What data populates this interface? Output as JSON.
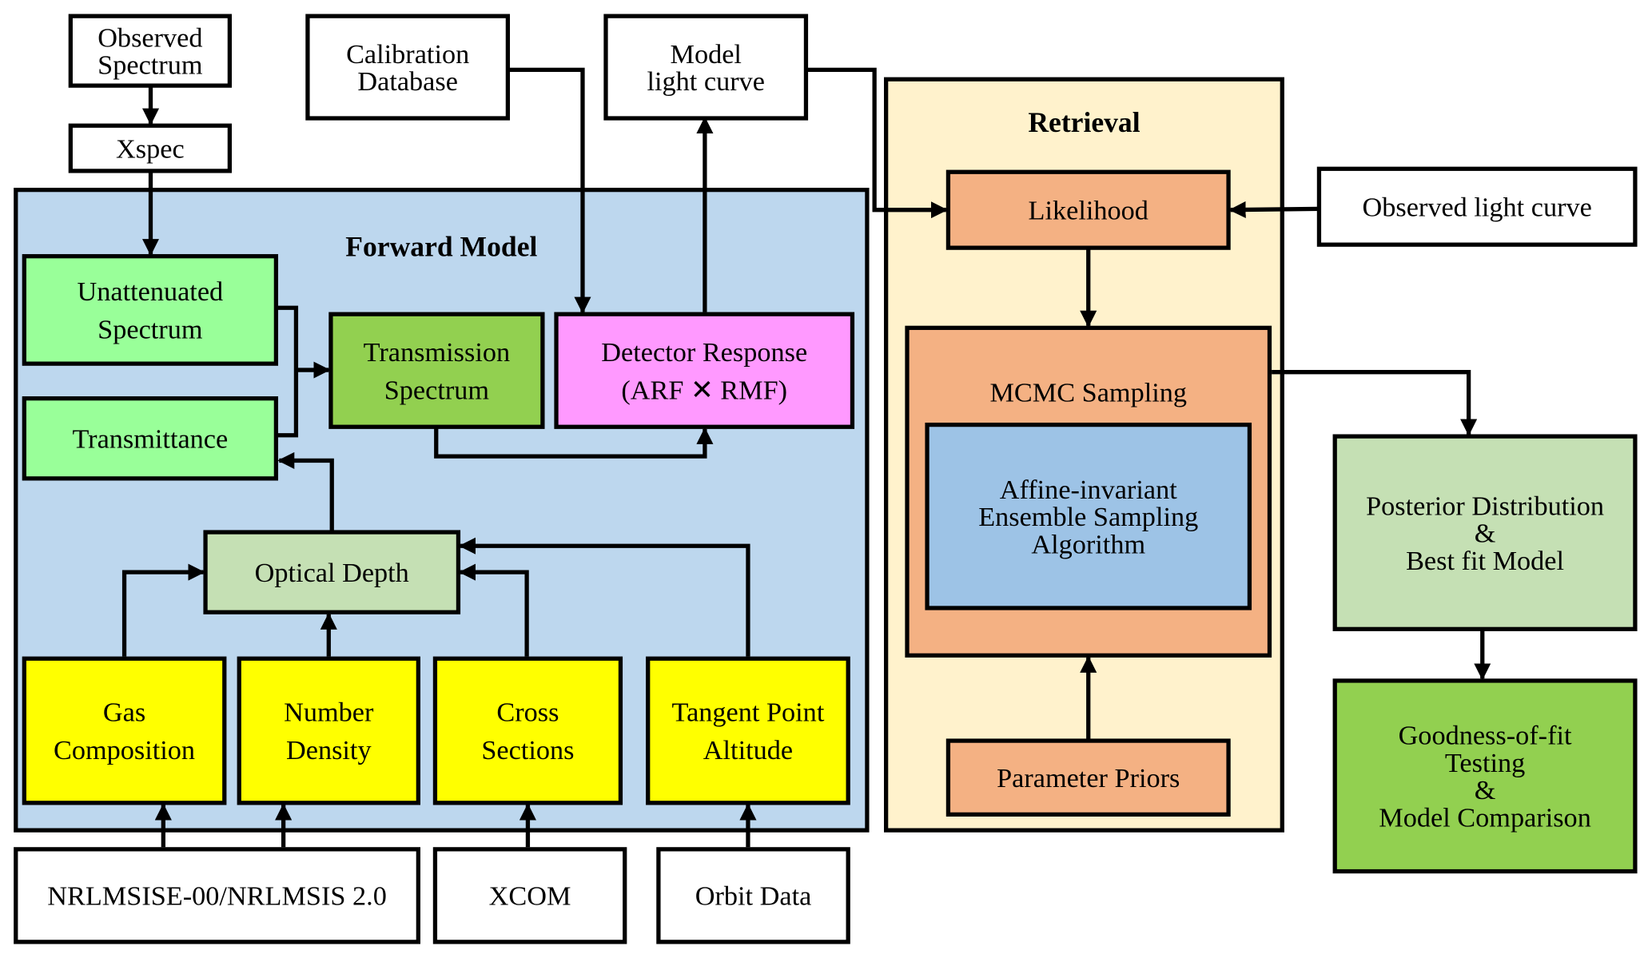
{
  "diagram": {
    "groups": {
      "forward_model": {
        "title": "Forward Model",
        "color": "#BDD7EE"
      },
      "retrieval": {
        "title": "Retrieval",
        "color": "#FFF2CC"
      }
    },
    "nodes": {
      "observed_spectrum": {
        "lines": [
          "Observed",
          "Spectrum"
        ],
        "color": "#FFFFFF"
      },
      "xspec": {
        "lines": [
          "Xspec"
        ],
        "color": "#FFFFFF"
      },
      "calibration_database": {
        "lines": [
          "Calibration",
          "Database"
        ],
        "color": "#FFFFFF"
      },
      "model_light_curve": {
        "lines": [
          "Model",
          "light curve"
        ],
        "color": "#FFFFFF"
      },
      "unattenuated_spectrum": {
        "lines": [
          "Unattenuated",
          "Spectrum"
        ],
        "color": "#99FF99"
      },
      "transmittance": {
        "lines": [
          "Transmittance"
        ],
        "color": "#99FF99"
      },
      "transmission_spectrum": {
        "lines": [
          "Transmission",
          "Spectrum"
        ],
        "color": "#92D050"
      },
      "detector_response": {
        "lines": [
          "Detector Response",
          "(ARF ✕ RMF)"
        ],
        "color": "#FF99FF"
      },
      "optical_depth": {
        "lines": [
          "Optical Depth"
        ],
        "color": "#C5E0B4"
      },
      "gas_composition": {
        "lines": [
          "Gas",
          "Composition"
        ],
        "color": "#FFFF00"
      },
      "number_density": {
        "lines": [
          "Number",
          "Density"
        ],
        "color": "#FFFF00"
      },
      "cross_sections": {
        "lines": [
          "Cross",
          "Sections"
        ],
        "color": "#FFFF00"
      },
      "tangent_point_altitude": {
        "lines": [
          "Tangent Point",
          "Altitude"
        ],
        "color": "#FFFF00"
      },
      "nrlmsise": {
        "lines": [
          "NRLMSISE-00/NRLMSIS 2.0"
        ],
        "color": "#FFFFFF"
      },
      "xcom": {
        "lines": [
          "XCOM"
        ],
        "color": "#FFFFFF"
      },
      "orbit_data": {
        "lines": [
          "Orbit Data"
        ],
        "color": "#FFFFFF"
      },
      "likelihood": {
        "lines": [
          "Likelihood"
        ],
        "color": "#F4B183"
      },
      "observed_light_curve": {
        "lines": [
          "Observed light curve"
        ],
        "color": "#FFFFFF"
      },
      "mcmc_sampling": {
        "lines": [
          "MCMC Sampling"
        ],
        "color": "#F4B183"
      },
      "affine_invariant": {
        "lines": [
          "Affine-invariant",
          "Ensemble Sampling",
          "Algorithm"
        ],
        "color": "#9DC3E6"
      },
      "parameter_priors": {
        "lines": [
          "Parameter Priors"
        ],
        "color": "#F4B183"
      },
      "posterior_distribution": {
        "lines": [
          "Posterior Distribution",
          "&",
          "Best fit Model"
        ],
        "color": "#C5E0B4"
      },
      "goodness_of_fit": {
        "lines": [
          "Goodness-of-fit",
          "Testing",
          "&",
          "Model Comparison"
        ],
        "color": "#92D050"
      }
    },
    "edges": [
      {
        "from": "observed_spectrum",
        "to": "xspec"
      },
      {
        "from": "xspec",
        "to": "unattenuated_spectrum"
      },
      {
        "from": "unattenuated_spectrum",
        "to": "transmission_spectrum"
      },
      {
        "from": "transmittance",
        "to": "transmission_spectrum"
      },
      {
        "from": "transmission_spectrum",
        "to": "detector_response"
      },
      {
        "from": "calibration_database",
        "to": "detector_response"
      },
      {
        "from": "detector_response",
        "to": "model_light_curve"
      },
      {
        "from": "optical_depth",
        "to": "transmittance"
      },
      {
        "from": "gas_composition",
        "to": "optical_depth"
      },
      {
        "from": "number_density",
        "to": "optical_depth"
      },
      {
        "from": "cross_sections",
        "to": "optical_depth"
      },
      {
        "from": "tangent_point_altitude",
        "to": "optical_depth"
      },
      {
        "from": "nrlmsise",
        "to": "gas_composition"
      },
      {
        "from": "nrlmsise",
        "to": "number_density"
      },
      {
        "from": "xcom",
        "to": "cross_sections"
      },
      {
        "from": "orbit_data",
        "to": "tangent_point_altitude"
      },
      {
        "from": "model_light_curve",
        "to": "likelihood"
      },
      {
        "from": "observed_light_curve",
        "to": "likelihood"
      },
      {
        "from": "likelihood",
        "to": "mcmc_sampling"
      },
      {
        "from": "parameter_priors",
        "to": "mcmc_sampling"
      },
      {
        "from": "mcmc_sampling",
        "to": "posterior_distribution"
      },
      {
        "from": "posterior_distribution",
        "to": "goodness_of_fit"
      }
    ]
  }
}
